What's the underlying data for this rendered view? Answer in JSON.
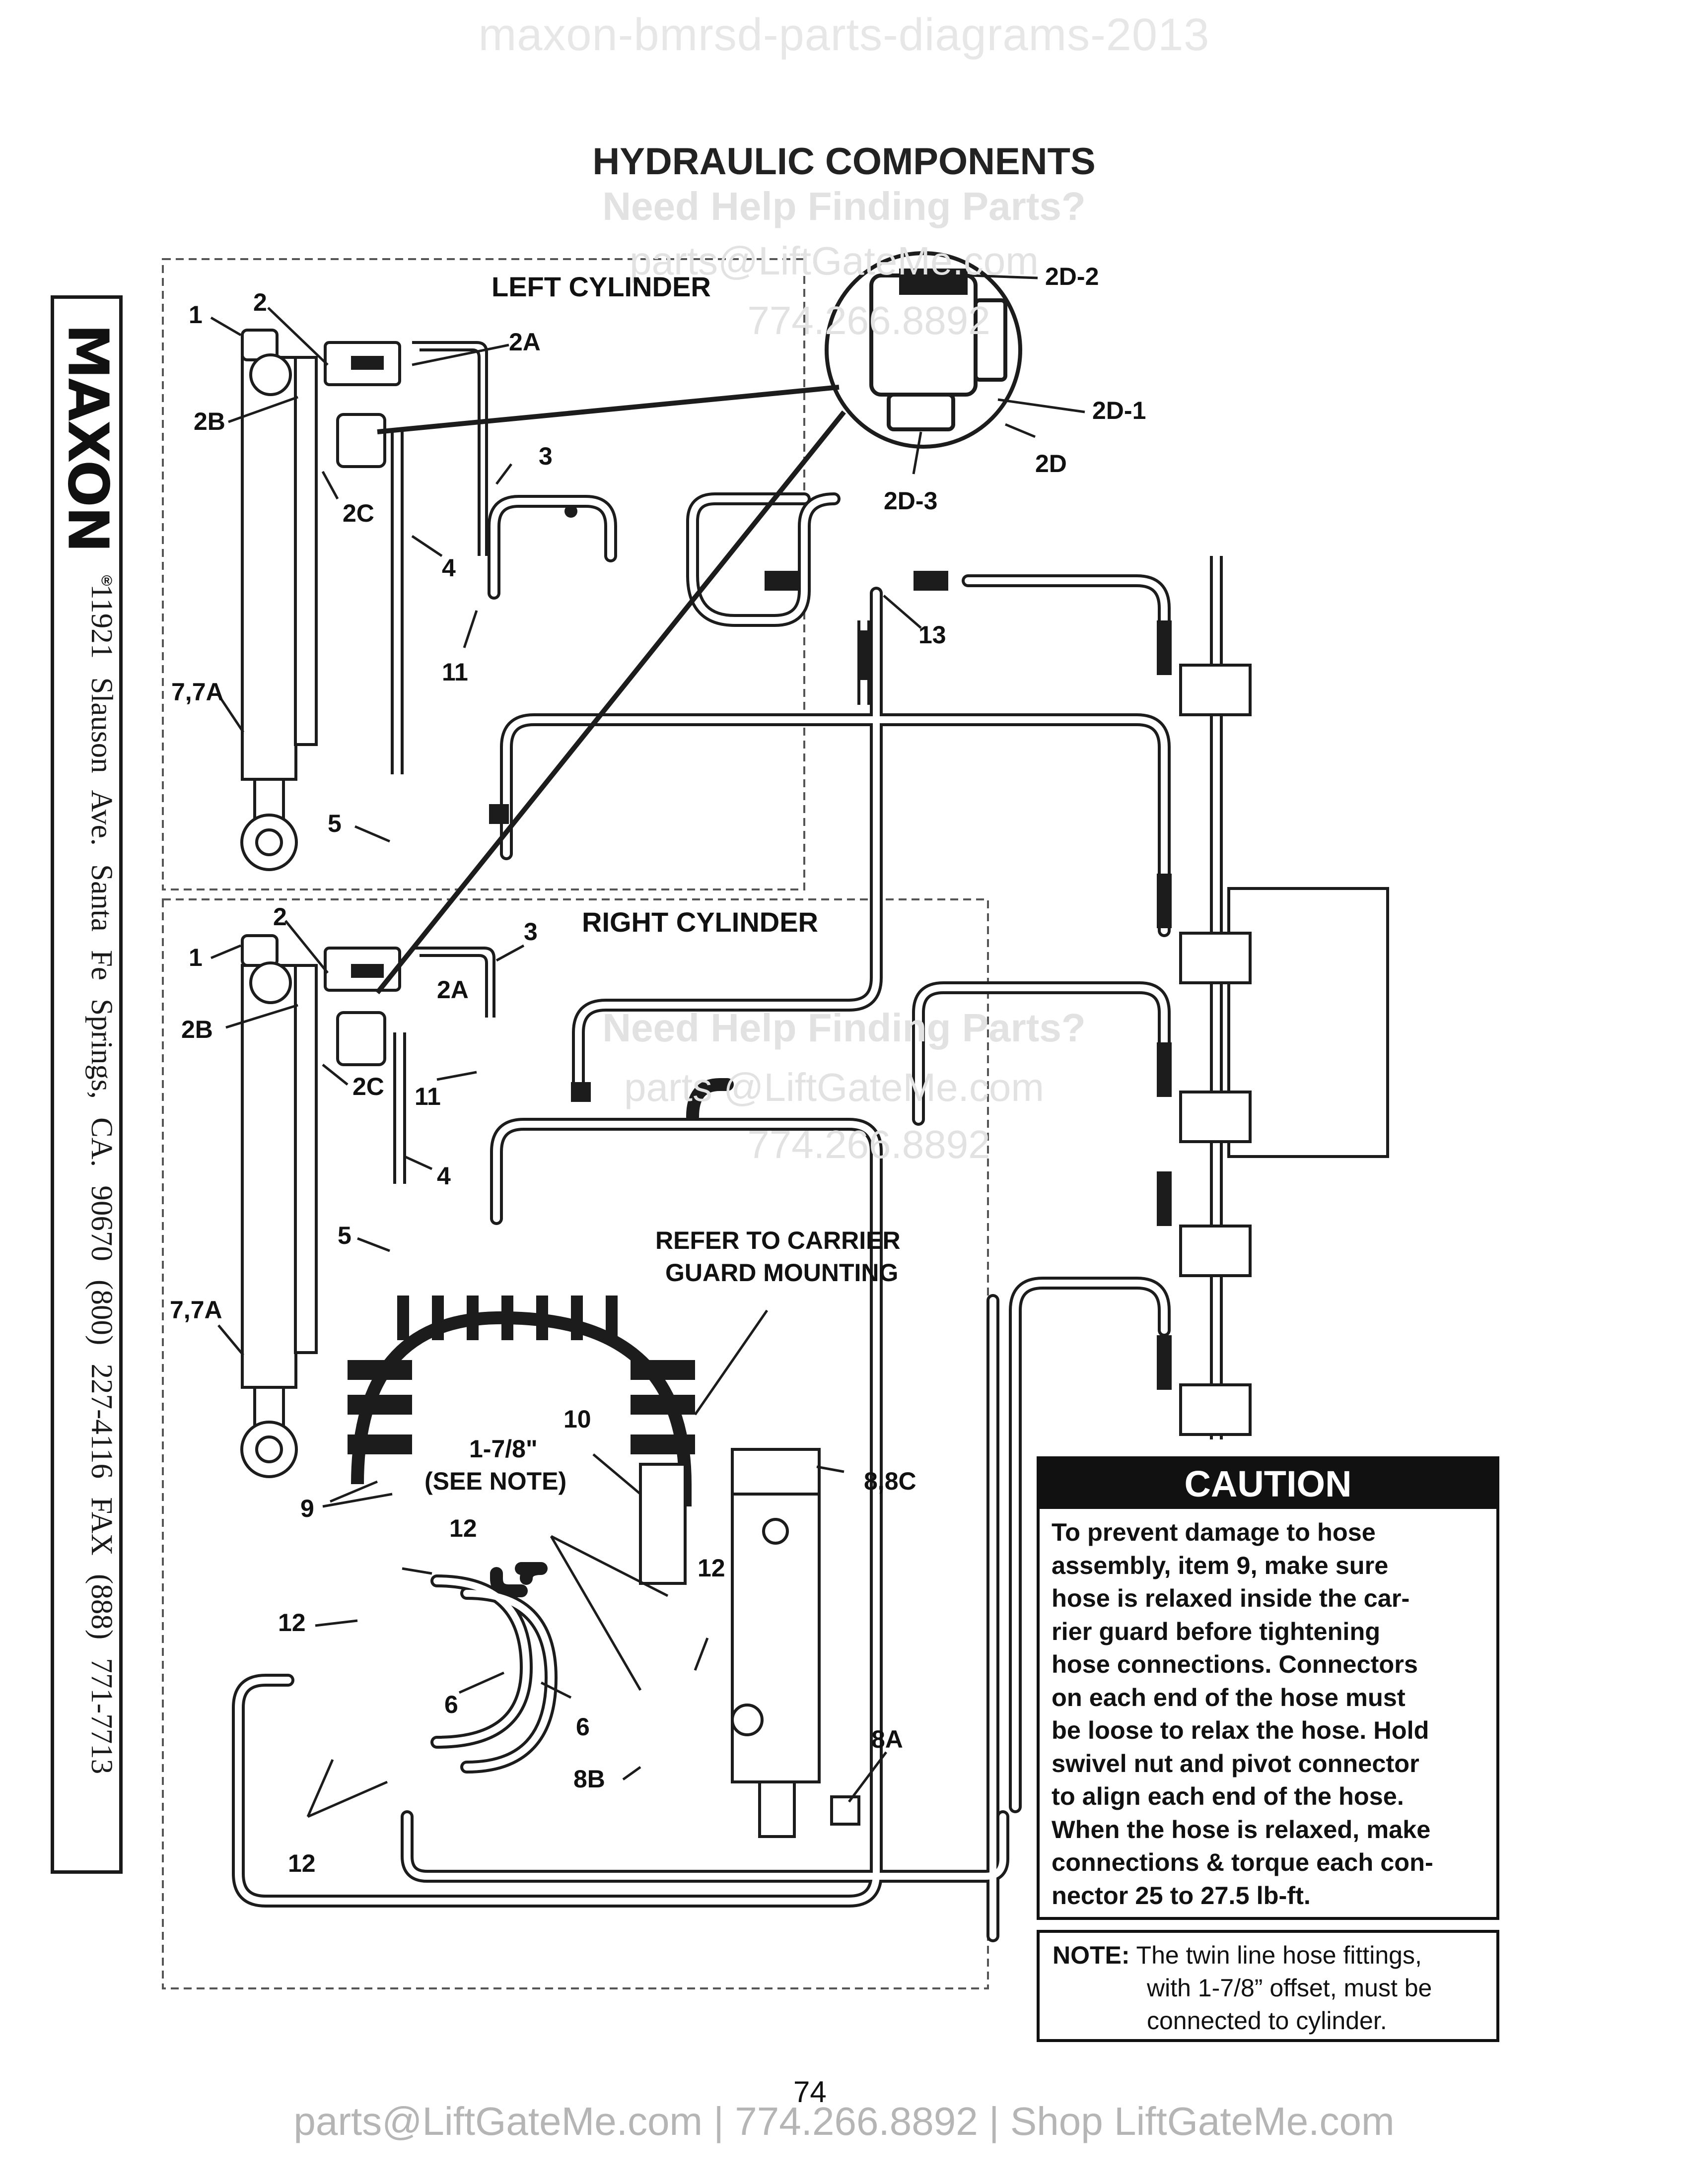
{
  "watermark_top": "maxon-bmrsd-parts-diagrams-2013",
  "title": "HYDRAULIC COMPONENTS",
  "watermarks": {
    "help_1": "Need Help Finding Parts?",
    "email_1": "parts@LiftGateMe.com",
    "phone_1": "774.266.8892",
    "help_2": "Need Help Finding Parts?",
    "email_2": "parts @LiftGateMe.com",
    "phone_2": "774.266.8892"
  },
  "sidebar": {
    "brand": "MAXON",
    "registered": "®",
    "address": "11921 Slauson Ave.  Santa Fe Springs, CA.  90670  (800) 227-4116  FAX (888) 771-7713"
  },
  "sections": {
    "left_cylinder": "LEFT CYLINDER",
    "right_cylinder": "RIGHT CYLINDER",
    "refer_line1": "REFER TO CARRIER",
    "refer_line2": "GUARD MOUNTING",
    "offset_line1": "1-7/8\"",
    "offset_line2": "(SEE NOTE)"
  },
  "callouts": {
    "l_1": "1",
    "l_2": "2",
    "l_2a": "2A",
    "l_2b": "2B",
    "l_2c": "2C",
    "l_3": "3",
    "l_4": "4",
    "l_5": "5",
    "l_11": "11",
    "l_77a": "7,7A",
    "d_2d2": "2D-2",
    "d_2d1": "2D-1",
    "d_2d": "2D",
    "d_2d3": "2D-3",
    "n_13": "13",
    "r_1": "1",
    "r_2": "2",
    "r_2a": "2A",
    "r_2b": "2B",
    "r_2c": "2C",
    "r_3": "3",
    "r_4": "4",
    "r_5": "5",
    "r_11": "11",
    "r_77a": "7,7A",
    "n_10": "10",
    "n_9": "9",
    "n_12a": "12",
    "n_12b": "12",
    "n_12c": "12",
    "n_12d": "12",
    "n_6a": "6",
    "n_6b": "6",
    "n_8b": "8B",
    "n_8a": "8A",
    "n_88c": "8,8C"
  },
  "caution": {
    "heading": "CAUTION",
    "lines": [
      "To prevent damage to hose",
      "assembly, item 9, make sure",
      "hose is relaxed inside the car-",
      "rier guard before tightening",
      "hose connections. Connectors",
      "on each end of the hose must",
      "be loose to relax the hose. Hold",
      "swivel nut and pivot connector",
      "to align each end of the hose.",
      "When the hose is relaxed, make",
      "connections & torque each con-",
      "nector 25 to 27.5 lb-ft."
    ]
  },
  "note": {
    "label": "NOTE:",
    "line1": "The twin line hose fittings,",
    "line2": "with 1-7/8” offset, must be",
    "line3": "connected to cylinder."
  },
  "page_number": "74",
  "footer": "parts@LiftGateMe.com | 774.266.8892 | Shop LiftGateMe.com"
}
